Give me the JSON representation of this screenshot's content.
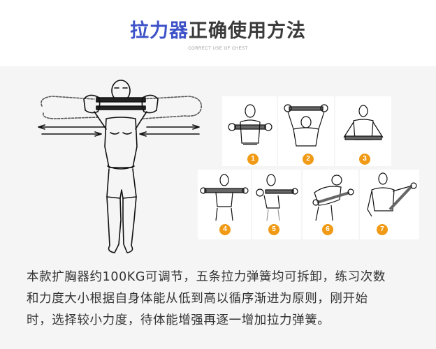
{
  "header": {
    "title_accent": "拉力器",
    "title_rest": "正确使用方法",
    "subtitle": "CORRECT USE OF CHEST"
  },
  "colors": {
    "title_accent": "#3d52c8",
    "title_text": "#3a3a3a",
    "badge": "#f19a16",
    "background": "#f5f5f5"
  },
  "main_illustration": {
    "icon": "chest-expander-front-figure"
  },
  "steps": [
    {
      "number": "1",
      "icon": "chest-stretch-front-figure"
    },
    {
      "number": "2",
      "icon": "overhead-stretch-figure"
    },
    {
      "number": "3",
      "icon": "low-stretch-figure"
    },
    {
      "number": "4",
      "icon": "shoulder-stretch-figure"
    },
    {
      "number": "5",
      "icon": "side-stretch-figure"
    },
    {
      "number": "6",
      "icon": "bent-over-stretch-figure"
    },
    {
      "number": "7",
      "icon": "diagonal-stretch-figure"
    }
  ],
  "description": {
    "line1": "本款扩胸器约100KG可调节，五条拉力弹簧均可拆卸，练习次数",
    "line2": "和力度大小根据自身体能从低到高以循序渐进为原则，刚开始",
    "line3": "时，选择较小力度，待体能增强再逐一增加拉力弹簧。"
  }
}
